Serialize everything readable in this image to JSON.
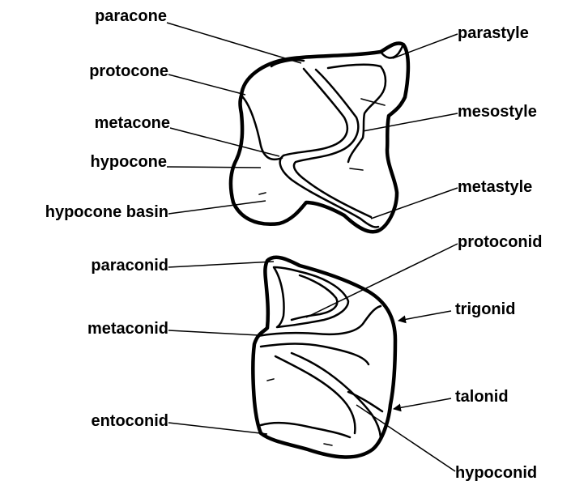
{
  "upper_tooth": {
    "labels": {
      "paracone": "paracone",
      "protocone": "protocone",
      "metacone": "metacone",
      "hypocone": "hypocone",
      "hypocone_basin": "hypocone basin",
      "parastyle": "parastyle",
      "mesostyle": "mesostyle",
      "metastyle": "metastyle"
    }
  },
  "lower_tooth": {
    "labels": {
      "paraconid": "paraconid",
      "metaconid": "metaconid",
      "entoconid": "entoconid",
      "protoconid": "protoconid",
      "trigonid": "trigonid",
      "talonid": "talonid",
      "hypoconid": "hypoconid"
    }
  },
  "colors": {
    "ink": "#000000",
    "background": "#ffffff"
  }
}
